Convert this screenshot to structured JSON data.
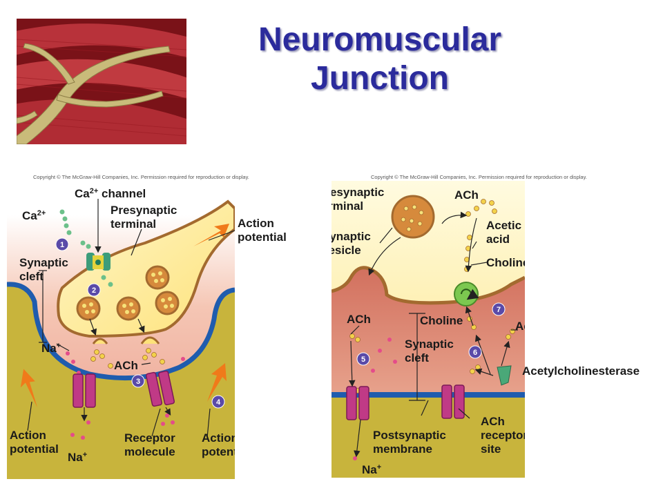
{
  "title": {
    "line1": "Neuromuscular",
    "line2": "Junction"
  },
  "copyright": "Copyright © The McGraw-Hill Companies, Inc. Permission required for reproduction or display.",
  "left": {
    "ca_channel": "Ca",
    "ca_channel_sup": "2+",
    "ca_channel_rest": " channel",
    "ca_ion": "Ca",
    "ca_ion_sup": "2+",
    "presynaptic_line1": "Presynaptic",
    "presynaptic_line2": "terminal",
    "action_potential_top_line1": "Action",
    "action_potential_top_line2": "potential",
    "synaptic_cleft_line1": "Synaptic",
    "synaptic_cleft_line2": "cleft",
    "na_top": "Na",
    "na_top_sup": "+",
    "ach": "ACh",
    "action_potential_left_line1": "Action",
    "action_potential_left_line2": "potential",
    "na_bottom": "Na",
    "na_bottom_sup": "+",
    "receptor_line1": "Receptor",
    "receptor_line2": "molecule",
    "action_potential_right_line1": "Action",
    "action_potential_right_line2": "potential",
    "steps": [
      "1",
      "2",
      "3",
      "4"
    ]
  },
  "right": {
    "presynaptic_line1": "Presynaptic",
    "presynaptic_line2": "terminal",
    "ach_top": "ACh",
    "acetic_acid_line1": "Acetic",
    "acetic_acid_line2": "acid",
    "synaptic_vesicle_line1": "Synaptic",
    "synaptic_vesicle_line2": "vesicle",
    "choline_top": "Choline",
    "ach_mid": "ACh",
    "choline_mid": "Choline",
    "acetic_acid_mid": "Acetic acid",
    "synaptic_cleft_line1": "Synaptic",
    "synaptic_cleft_line2": "cleft",
    "acetylcholinesterase": "Acetylcholinesterase",
    "postsynaptic_line1": "Postsynaptic",
    "postsynaptic_line2": "membrane",
    "ach_receptor_line1": "ACh",
    "ach_receptor_line2": "receptor",
    "ach_receptor_line3": "site",
    "na": "Na",
    "na_sup": "+",
    "steps": [
      "5",
      "6",
      "7"
    ]
  }
}
